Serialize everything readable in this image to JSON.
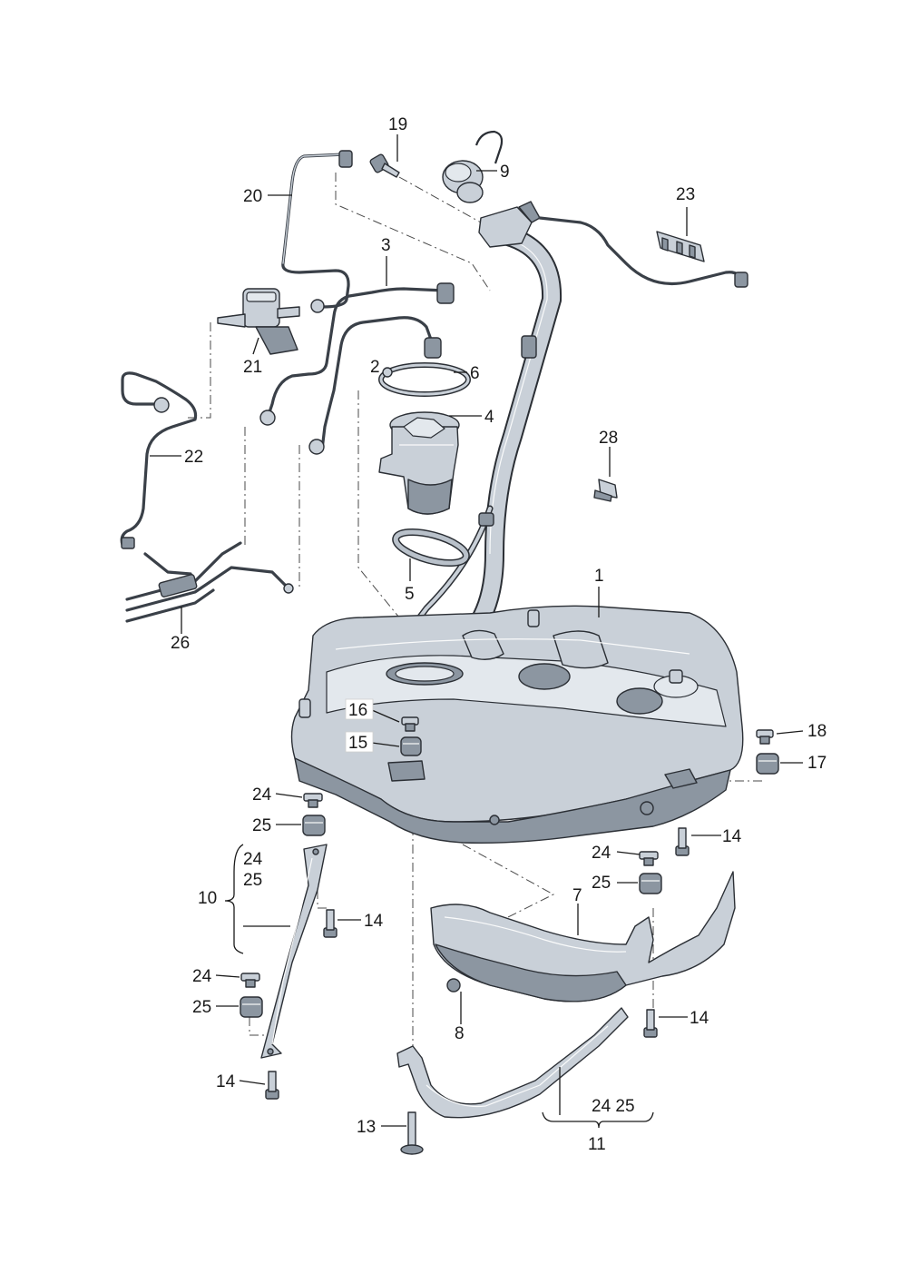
{
  "labels": {
    "l1": "1",
    "l2": "2",
    "l3": "3",
    "l4": "4",
    "l5": "5",
    "l6": "6",
    "l7": "7",
    "l8": "8",
    "l9": "9",
    "l10": "10",
    "l11": "11",
    "l13": "13",
    "l14": "14",
    "l15": "15",
    "l16": "16",
    "l17": "17",
    "l18": "18",
    "l19": "19",
    "l20": "20",
    "l21": "21",
    "l22": "22",
    "l23": "23",
    "l24": "24",
    "l25": "25",
    "l26": "26",
    "l28": "28"
  },
  "group_notes": {
    "g10_line1": "24",
    "g10_line2": "25",
    "g11_line": "24 25"
  },
  "colors": {
    "metal": "#c9d0d8",
    "outline": "#2b2f35",
    "ink": "#1a1a1a"
  }
}
